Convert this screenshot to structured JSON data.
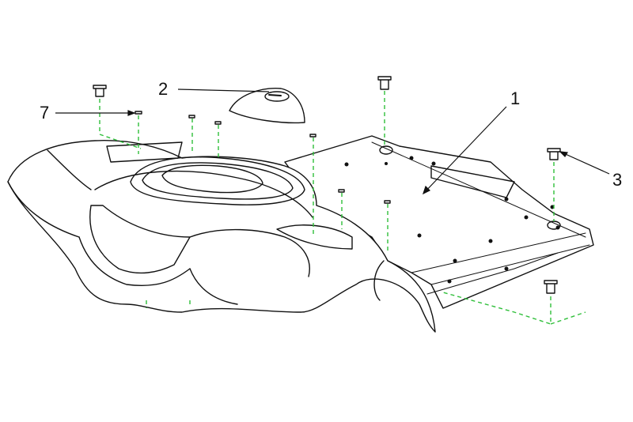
{
  "diagram": {
    "callouts": [
      {
        "id": "1",
        "label": "1"
      },
      {
        "id": "2",
        "label": "2"
      },
      {
        "id": "3",
        "label": "3"
      },
      {
        "id": "7",
        "label": "7"
      }
    ],
    "colors": {
      "line": "#111111",
      "guide": "#2fbf3a"
    }
  }
}
